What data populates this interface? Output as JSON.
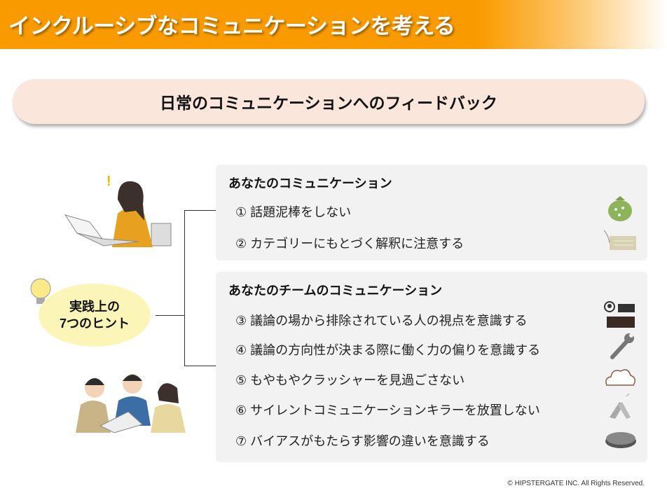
{
  "header": {
    "title": "インクルーシブなコミュニケーションを考える"
  },
  "banner": {
    "title": "日常のコミュニケーションへのフィードバック"
  },
  "center": {
    "line1": "実践上の",
    "line2": "7つのヒント"
  },
  "sections": [
    {
      "heading": "あなたのコミュニケーション",
      "items": [
        {
          "num": "①",
          "text": "話題泥棒をしない",
          "icon": "money-bag-icon"
        },
        {
          "num": "②",
          "text": "カテゴリーにもとづく解釈に注意する",
          "icon": "tag-icon"
        }
      ]
    },
    {
      "heading": "あなたのチームのコミュニケーション",
      "items": [
        {
          "num": "③",
          "text": "議論の場から排除されている人の視点を意識する",
          "icon": "excluded-person-icon"
        },
        {
          "num": "④",
          "text": "議論の方向性が決まる際に働く力の偏りを意識する",
          "icon": "wrench-icon"
        },
        {
          "num": "⑤",
          "text": "もやもやクラッシャーを見過ごさない",
          "icon": "cloud-icon"
        },
        {
          "num": "⑥",
          "text": "サイレントコミュニケーションキラーを放置しない",
          "icon": "high-five-icon"
        },
        {
          "num": "⑦",
          "text": "バイアスがもたらす影響の違いを意識する",
          "icon": "stone-icon"
        }
      ]
    }
  ],
  "footer": {
    "copyright": "© HIPSTERGATE INC. All Rights Reserved."
  },
  "colors": {
    "header": "#f99b00",
    "banner": "#fbe6dc",
    "box": "#f2f2f2",
    "ellipse": "#fbf6b8"
  }
}
